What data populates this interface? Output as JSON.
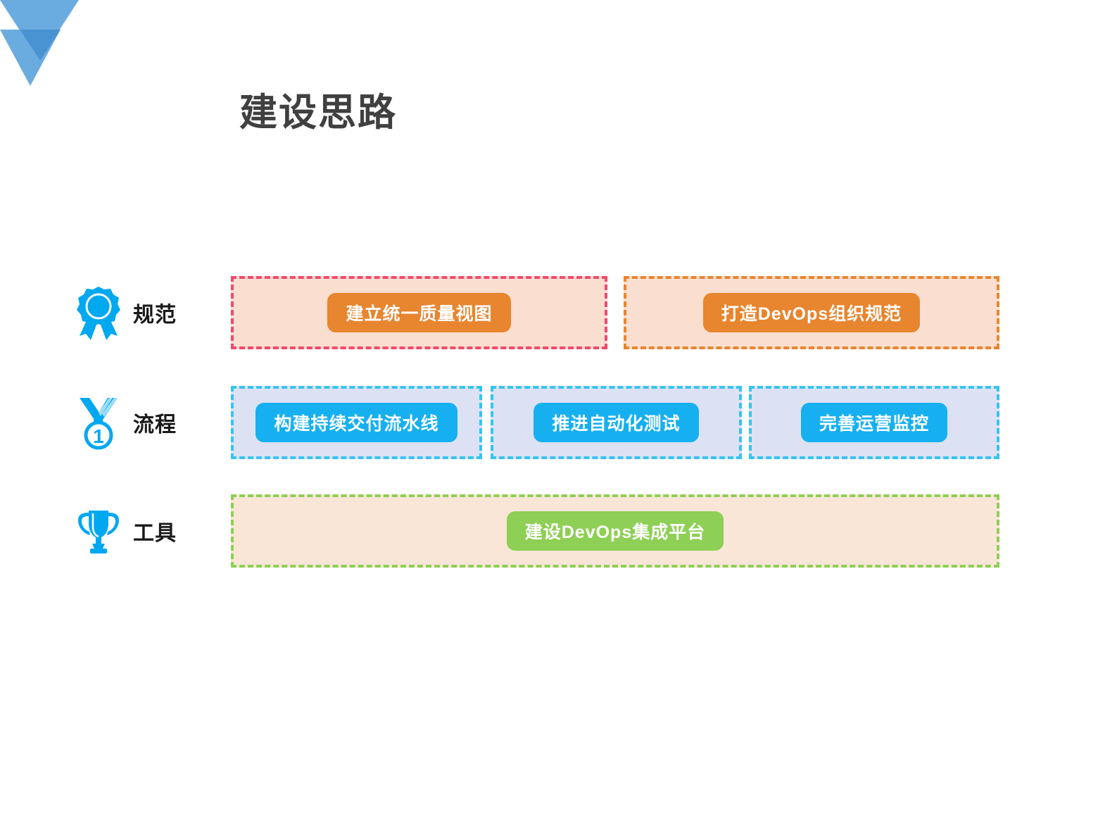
{
  "slide": {
    "title": "建设思路",
    "background_color": "#FFFFFF",
    "title_color": "#404040"
  },
  "logo": {
    "name": "double-triangle-logo",
    "color_light": "#6BACE0",
    "color_dark": "#4A93D2"
  },
  "palette": {
    "pink_dashed": "#F04A6E",
    "orange_dashed": "#E8852F",
    "cyan_dashed": "#37C3F0",
    "green_dashed": "#8ECF55",
    "peach_bg": "#FADECF",
    "lavender_bg": "#DCE2F3",
    "peach_bg_light": "#FAE6D7",
    "orange_pill": "#E8852F",
    "blue_pill": "#16B0F0",
    "green_pill": "#8ECF55",
    "icon_blue": "#00A8F0"
  },
  "rows": [
    {
      "id": "row-standards",
      "label": "规范",
      "icon": "award-ribbon-icon",
      "groups": [
        {
          "id": "group-pink",
          "border_color": "#F04A6E",
          "fill_color": "#FADECF",
          "pills": [
            {
              "label": "建立统一质量视图",
              "color": "#E8852F",
              "style": "orange-fill"
            }
          ]
        },
        {
          "id": "group-orange",
          "border_color": "#E8852F",
          "fill_color": "#FADECF",
          "pills": [
            {
              "label": "打造DevOps组织规范",
              "color": "#E8852F",
              "style": "orange-fill"
            }
          ]
        }
      ]
    },
    {
      "id": "row-process",
      "label": "流程",
      "icon": "medal-icon",
      "groups": [
        {
          "id": "group-cyan-1",
          "border_color": "#37C3F0",
          "fill_color": "#DCE2F3",
          "pills": [
            {
              "label": "构建持续交付流水线",
              "color": "#16B0F0",
              "style": "blue-fill"
            }
          ]
        },
        {
          "id": "group-cyan-2",
          "border_color": "#37C3F0",
          "fill_color": "#DCE2F3",
          "pills": [
            {
              "label": "推进自动化测试",
              "color": "#16B0F0",
              "style": "blue-fill"
            }
          ]
        },
        {
          "id": "group-cyan-3",
          "border_color": "#37C3F0",
          "fill_color": "#DCE2F3",
          "pills": [
            {
              "label": "完善运营监控",
              "color": "#16B0F0",
              "style": "blue-fill"
            }
          ]
        }
      ]
    },
    {
      "id": "row-tools",
      "label": "工具",
      "icon": "trophy-icon",
      "groups": [
        {
          "id": "group-green",
          "border_color": "#8ECF55",
          "fill_color": "#FAE6D7",
          "pills": [
            {
              "label": "建设DevOps集成平台",
              "color": "#8ECF55",
              "style": "green-fill"
            }
          ]
        }
      ]
    }
  ]
}
